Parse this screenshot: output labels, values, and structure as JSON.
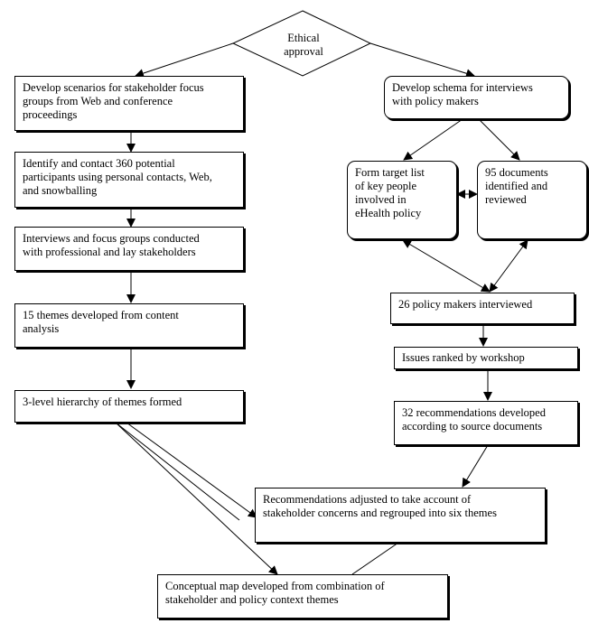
{
  "diagram": {
    "start": {
      "label": "Ethical\napproval"
    },
    "left": {
      "scenarios": "Develop scenarios for stakeholder focus\ngroups from Web and conference\nproceedings",
      "identify": "Identify and contact 360 potential\nparticipants using personal contacts, Web,\nand snowballing",
      "interviews": "Interviews and focus groups conducted\nwith professional and lay stakeholders",
      "themes15": "15 themes developed from content\nanalysis",
      "hierarchy": "3-level hierarchy of themes formed"
    },
    "right": {
      "schema": "Develop schema for interviews\nwith policy makers",
      "target_list": "Form target list\nof key people\ninvolved in\neHealth policy",
      "documents": "95 documents\nidentified and\nreviewed",
      "policy_makers": "26 policy makers interviewed",
      "issues": "Issues ranked by workshop",
      "recommendations32": "32 recommendations developed\naccording to source documents"
    },
    "bottom": {
      "adjusted": "Recommendations adjusted to take account of\nstakeholder concerns and regrouped into six themes",
      "conceptual_map": "Conceptual map developed from combination of\nstakeholder and policy context themes"
    }
  }
}
